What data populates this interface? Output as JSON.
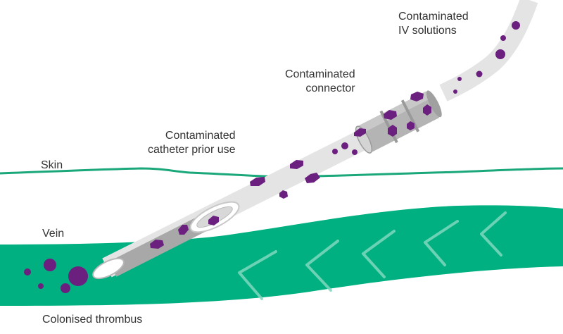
{
  "labels": {
    "iv_line1": "Contaminated",
    "iv_line2": "IV solutions",
    "connector_line1": "Contaminated",
    "connector_line2": "connector",
    "catheter_line1": "Contaminated",
    "catheter_line2": "catheter prior use",
    "skin": "Skin",
    "vein": "Vein",
    "thrombus": "Colonised thrombus"
  },
  "colors": {
    "vein_green": "#00b080",
    "skin_line": "#1aa77a",
    "tube_light": "#e4e4e4",
    "tube_mid": "#c8c8c8",
    "connector_grey": "#b4b4b4",
    "microbe_purple": "#6b1f7e",
    "text": "#333333"
  },
  "icons": {
    "flow_arrows": "chevron-left-icon",
    "microbes": "purple-microbe-icon"
  }
}
